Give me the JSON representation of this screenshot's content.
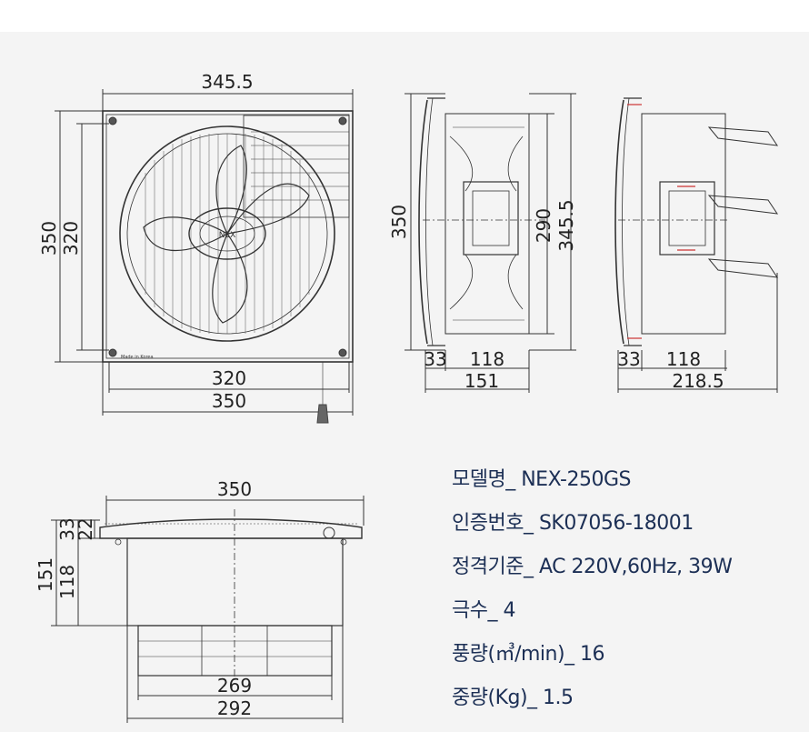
{
  "front_view": {
    "width_top": "345.5",
    "height_outer": "350",
    "height_inner": "320",
    "width_inner": "320",
    "width_outer": "350",
    "made_in": "Made in Korea",
    "brand": "NEX"
  },
  "side_view_a": {
    "height": "350",
    "inner": "290",
    "outer": "345.5",
    "depth_a": "33",
    "depth_b": "118",
    "depth_total": "151"
  },
  "side_view_b": {
    "depth_a": "33",
    "depth_b": "118",
    "depth_total": "218.5"
  },
  "bottom_view": {
    "width": "350",
    "h_top": "33",
    "h_lip": "22",
    "h_total": "151",
    "h_body": "118",
    "w_inner": "269",
    "w_outer": "292"
  },
  "specs": [
    "모델명_ NEX-250GS",
    "인증번호_ SK07056-18001",
    "정격기준_ AC 220V,60Hz, 39W",
    "극수_ 4",
    "풍량(㎥/min)_ 16",
    "중량(Kg)_ 1.5"
  ]
}
